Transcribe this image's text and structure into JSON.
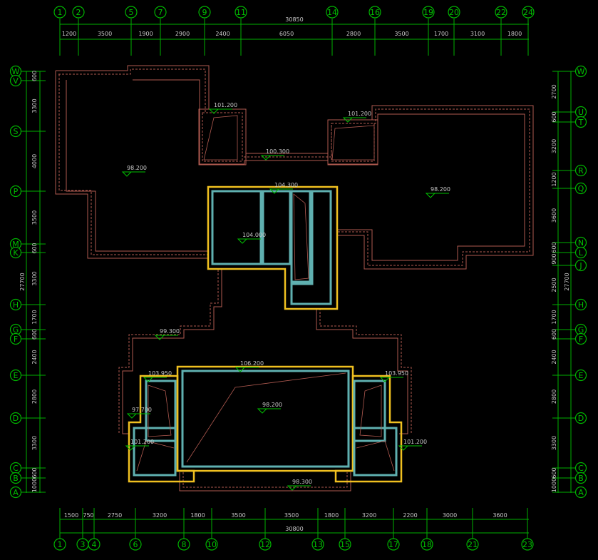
{
  "drawing": {
    "top_axes": [
      "1",
      "2",
      "5",
      "7",
      "9",
      "11",
      "14",
      "16",
      "19",
      "20",
      "22",
      "24"
    ],
    "bottom_axes": [
      "1",
      "3",
      "4",
      "6",
      "8",
      "10",
      "12",
      "13",
      "15",
      "17",
      "18",
      "21",
      "23"
    ],
    "left_axes": [
      "W",
      "V",
      "S",
      "P",
      "M",
      "K",
      "H",
      "G",
      "F",
      "E",
      "D",
      "C",
      "B",
      "A"
    ],
    "right_axes": [
      "W",
      "U",
      "T",
      "R",
      "Q",
      "N",
      "L",
      "J",
      "H",
      "G",
      "F",
      "E",
      "D",
      "C",
      "B",
      "A"
    ],
    "top_total": "30850",
    "top_dims": [
      "1200",
      "3500",
      "1900",
      "2900",
      "2400",
      "6050",
      "2800",
      "3500",
      "1700",
      "3100",
      "1800"
    ],
    "bottom_total": "30800",
    "bottom_dims": [
      "1500",
      "750",
      "2750",
      "3200",
      "1800",
      "3500",
      "3500",
      "1800",
      "3200",
      "2200",
      "3000",
      "3600"
    ],
    "left_total": "27700",
    "left_dims": [
      "600",
      "3300",
      "4000",
      "3500",
      "600",
      "3300",
      "1700",
      "600",
      "2400",
      "2800",
      "3300",
      "600",
      "1000"
    ],
    "right_total": "27700",
    "right_dims": [
      "2700",
      "600",
      "3200",
      "1200",
      "3600",
      "600",
      "900",
      "2500",
      "1700",
      "600",
      "2400",
      "2800",
      "3300",
      "600",
      "1000"
    ],
    "elevations": [
      "101.200",
      "101.200",
      "100.300",
      "98.200",
      "104.300",
      "98.200",
      "104.000",
      "99.300",
      "106.200",
      "103.950",
      "103.950",
      "97.700",
      "98.200",
      "101.200",
      "101.200",
      "98.300"
    ]
  }
}
